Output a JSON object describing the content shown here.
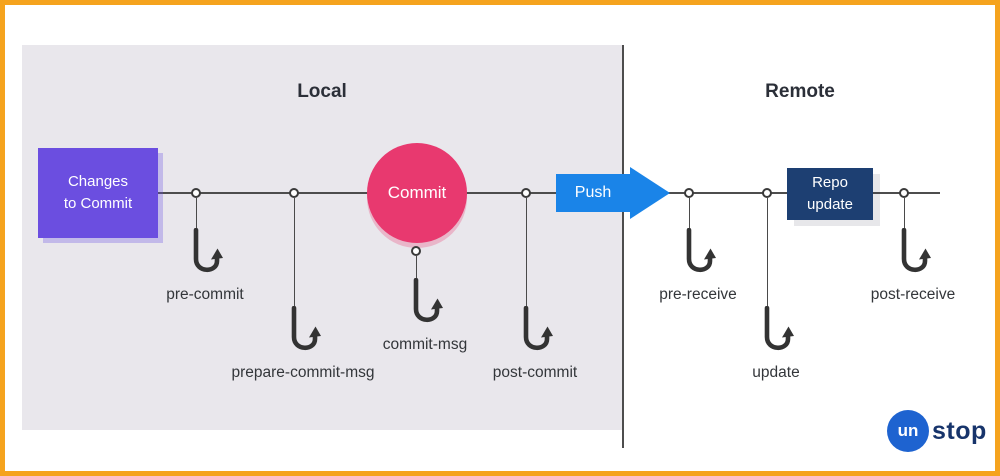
{
  "diagram": {
    "local_title": "Local",
    "remote_title": "Remote",
    "changes_box_label": "Changes to Commit",
    "commit_label": "Commit",
    "push_label": "Push",
    "repo_update_label": "Repo update",
    "hooks": [
      {
        "label": "pre-commit",
        "side": "local"
      },
      {
        "label": "prepare-commit-msg",
        "side": "local"
      },
      {
        "label": "commit-msg",
        "side": "local"
      },
      {
        "label": "post-commit",
        "side": "local"
      },
      {
        "label": "pre-receive",
        "side": "remote"
      },
      {
        "label": "update",
        "side": "remote"
      },
      {
        "label": "post-receive",
        "side": "remote"
      }
    ],
    "logo": {
      "circle": "un",
      "text": "stop"
    }
  },
  "colors": {
    "frame_border": "#F5A31E",
    "local_panel": "#E9E7EC",
    "changes_box": "#6B4EE0",
    "commit_circle": "#E8396F",
    "push_arrow": "#1A84E8",
    "repo_update": "#1D3F72",
    "hook_stroke": "#333333",
    "logo_blue": "#1E63D0",
    "logo_navy": "#17346B"
  }
}
